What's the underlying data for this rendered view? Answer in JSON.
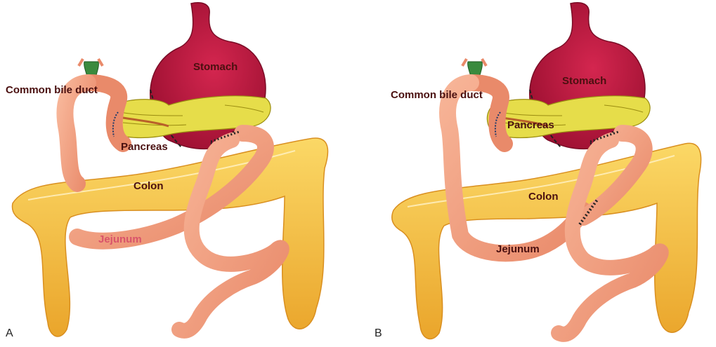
{
  "panels": [
    {
      "letter": "A",
      "labels": {
        "stomach": "Stomach",
        "bile_duct": "Common bile duct",
        "pancreas": "Pancreas",
        "colon": "Colon",
        "jejunum": "Jejunum"
      }
    },
    {
      "letter": "B",
      "labels": {
        "stomach": "Stomach",
        "bile_duct": "Common bile duct",
        "pancreas": "Pancreas",
        "colon": "Colon",
        "jejunum": "Jejunum"
      }
    }
  ],
  "colors": {
    "stomach": "#b8173e",
    "bowel": "#f2a07f",
    "colon": "#f4c040",
    "pancreas": "#e6dd4a",
    "bile_duct": "#3a8a3e",
    "label_dark": "#4a1010",
    "label_jejunum_a": "#d9536a"
  }
}
